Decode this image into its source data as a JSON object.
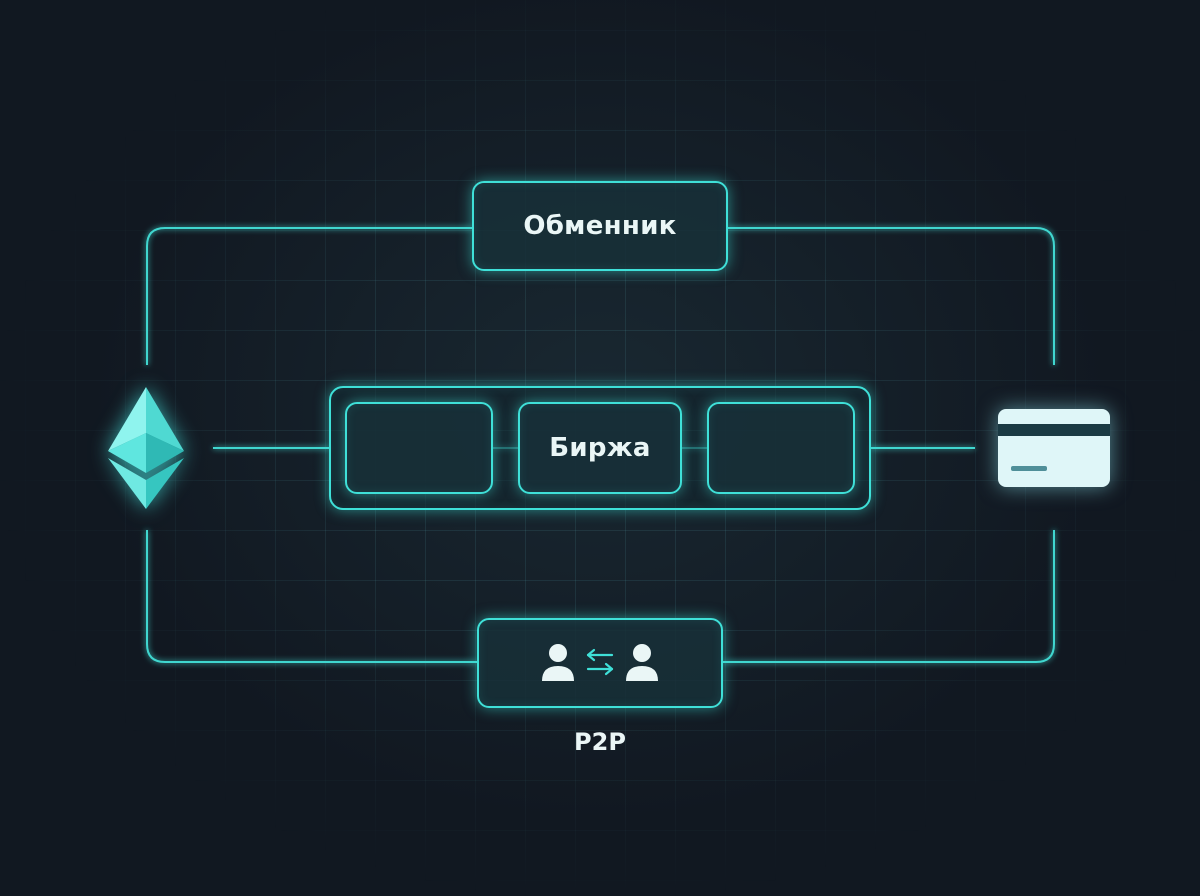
{
  "diagram": {
    "nodes": {
      "top": {
        "label": "Обменник"
      },
      "middle": {
        "label": "Биржа"
      },
      "bottom": {
        "label": "P2P",
        "icon": "users-exchange-icon"
      },
      "left": {
        "icon": "ethereum-icon"
      },
      "right": {
        "icon": "credit-card-icon"
      }
    },
    "colors": {
      "accent": "#3fe0d8",
      "background": "#111821",
      "box_fill": "#18303a",
      "text": "#eaf6f6"
    }
  }
}
